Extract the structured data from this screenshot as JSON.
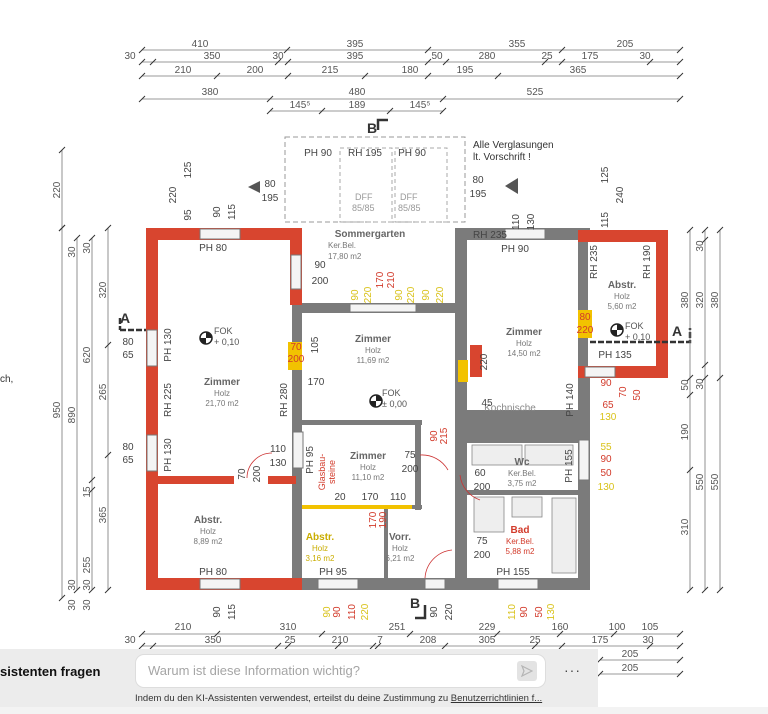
{
  "colors": {
    "wall_red": "#d8452f",
    "wall_grey": "#7b7b7b",
    "dim": "#666666",
    "highlight": "#f2c200",
    "red_text": "#d23a2a"
  },
  "dims": {
    "top1": [
      "410",
      "395",
      "355",
      "205"
    ],
    "top2": [
      "30",
      "350",
      "30",
      "395",
      "50",
      "280",
      "25",
      "175",
      "30"
    ],
    "top3": [
      "210",
      "200",
      "215",
      "180",
      "195",
      "365"
    ],
    "top4": [
      "380",
      "480",
      "525"
    ],
    "top5": [
      "145⁵",
      "189",
      "145⁵"
    ],
    "bottom1": [
      "210",
      "310",
      "251",
      "229",
      "160",
      "100",
      "105"
    ],
    "bottom2": [
      "30",
      "350",
      "25",
      "210",
      "7",
      "208",
      "305",
      "25",
      "175",
      "30"
    ],
    "bottom3": [
      "205",
      "205"
    ],
    "left": [
      "220",
      "950",
      "890",
      "30",
      "30",
      "620",
      "15",
      "255",
      "320",
      "265",
      "365",
      "30",
      "30",
      "30",
      "30"
    ],
    "right": [
      "380",
      "320",
      "380",
      "30",
      "50",
      "30",
      "190",
      "310",
      "550",
      "550"
    ]
  },
  "rooms": {
    "zimmer1": {
      "name": "Zimmer",
      "floor": "Holz",
      "area": "21,70 m2"
    },
    "sommergarten": {
      "name": "Sommergarten",
      "floor": "Ker.Bel.",
      "area": "17,80 m2"
    },
    "zimmer2": {
      "name": "Zimmer",
      "floor": "Holz",
      "area": "11,69 m2"
    },
    "zimmer3": {
      "name": "Zimmer",
      "floor": "Holz",
      "area": "14,50 m2"
    },
    "abstr1": {
      "name": "Abstr.",
      "floor": "Holz",
      "area": "5,60 m2"
    },
    "zimmer4": {
      "name": "Zimmer",
      "floor": "Holz",
      "area": "11,10 m2"
    },
    "wc": {
      "name": "Wc",
      "floor": "Ker.Bel.",
      "area": "3,75 m2"
    },
    "abstr2": {
      "name": "Abstr.",
      "floor": "Holz",
      "area": "8,89 m2"
    },
    "abstr3": {
      "name": "Abstr.",
      "floor": "Holz",
      "area": "3,16 m2"
    },
    "vorr": {
      "name": "Vorr.",
      "floor": "Holz",
      "area": "6,21 m2"
    },
    "bad": {
      "name": "Bad",
      "floor": "Ker.Bel.",
      "area": "5,88 m2"
    },
    "kochnische": "Kochnische",
    "glasbausteine": [
      "Glasbau-",
      "steine"
    ]
  },
  "levels": {
    "fok1": [
      "FOK",
      "+ 0,10"
    ],
    "fok2": [
      "FOK",
      "± 0,00"
    ],
    "fok3": [
      "FOK",
      "+ 0,10"
    ]
  },
  "heights": [
    "PH 80",
    "PH 80",
    "PH 95",
    "PH 155",
    "PH 90",
    "RH 195",
    "PH 90",
    "PH 90",
    "PH 130",
    "RH 225",
    "PH 130",
    "RH 280",
    "PH 95",
    "RH 235",
    "RH 190",
    "PH 140",
    "PH 155",
    "PH 135",
    "RH 235"
  ],
  "openings": [
    "80",
    "195",
    "80",
    "195",
    "90",
    "115",
    "220",
    "95",
    "125",
    "90",
    "200",
    "80",
    "65",
    "80",
    "65",
    "110",
    "130",
    "70",
    "200",
    "105",
    "170",
    "220",
    "45",
    "80",
    "220",
    "110",
    "130",
    "125",
    "240",
    "115",
    "60",
    "200",
    "75",
    "200",
    "75",
    "200",
    "20",
    "170",
    "110",
    "170",
    "190",
    "90",
    "215",
    "90",
    "115",
    "90",
    "90",
    "110",
    "220",
    "90",
    "220",
    "110",
    "90",
    "50",
    "130",
    "90",
    "70",
    "65",
    "130",
    "50",
    "55",
    "90",
    "50",
    "130",
    "170",
    "210",
    "90",
    "220",
    "90",
    "220",
    "90",
    "220",
    "70",
    "200"
  ],
  "notes": {
    "verglasung": [
      "Alle Verglasungen",
      "lt. Vorschrift !"
    ],
    "dff": [
      "DFF",
      "85/85",
      "DFF",
      "85/85"
    ],
    "cut": "ch,"
  },
  "sections": [
    "A",
    "A",
    "B",
    "B"
  ],
  "assistant": {
    "title": "sistenten fragen",
    "placeholder": "Warum ist diese Information wichtig?",
    "more": "···",
    "consent": "Indem du den KI-Assistenten verwendest, erteilst du deine Zustimmung zu ",
    "consent_link": "Benutzerrichtlinien f..."
  }
}
